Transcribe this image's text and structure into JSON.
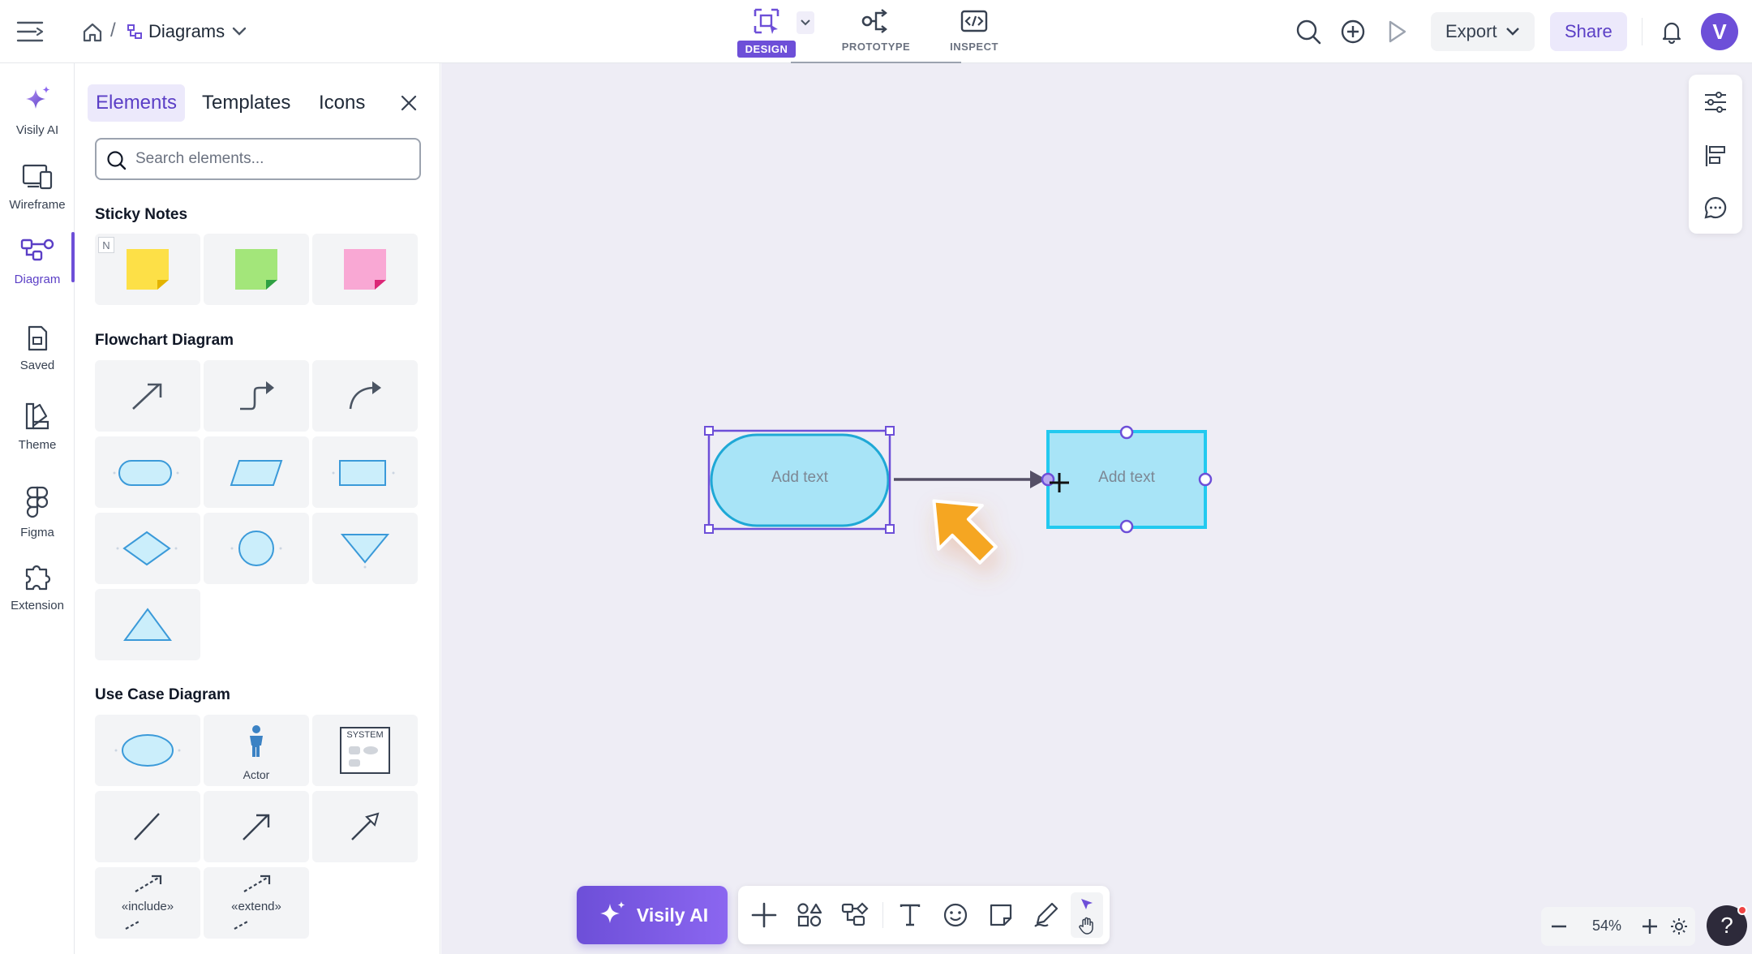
{
  "header": {
    "breadcrumb": {
      "current": "Diagrams"
    },
    "modes": [
      {
        "label": "DESIGN",
        "active": true
      },
      {
        "label": "PROTOTYPE",
        "active": false
      },
      {
        "label": "INSPECT",
        "active": false
      }
    ],
    "export_label": "Export",
    "share_label": "Share",
    "avatar_letter": "V"
  },
  "rail": {
    "items": [
      {
        "label": "Visily AI",
        "icon": "sparkle-icon"
      },
      {
        "label": "Wireframe",
        "icon": "devices-icon"
      },
      {
        "label": "Diagram",
        "icon": "diagram-icon",
        "active": true
      },
      {
        "label": "Saved",
        "icon": "saved-icon"
      },
      {
        "label": "Theme",
        "icon": "theme-icon"
      },
      {
        "label": "Figma",
        "icon": "figma-icon"
      },
      {
        "label": "Extension",
        "icon": "puzzle-icon"
      }
    ]
  },
  "panel": {
    "tabs": [
      {
        "label": "Elements",
        "active": true
      },
      {
        "label": "Templates",
        "active": false
      },
      {
        "label": "Icons",
        "active": false
      }
    ],
    "search_placeholder": "Search elements...",
    "sections": {
      "sticky": {
        "title": "Sticky Notes",
        "badge": "N",
        "colors": [
          "#fde047",
          "#a3e67a",
          "#f9a8d4"
        ]
      },
      "flowchart": {
        "title": "Flowchart Diagram"
      },
      "usecase": {
        "title": "Use Case Diagram",
        "actor_label": "Actor",
        "system_label": "SYSTEM",
        "include_label": "«include»",
        "extend_label": "«extend»"
      }
    }
  },
  "canvas": {
    "shape1_text": "Add text",
    "shape2_text": "Add text",
    "shape_fill": "#a8e4f7",
    "selection_color": "#6d4fd8",
    "highlight_color": "#22c9ef"
  },
  "bottom": {
    "ai_label": "Visily AI",
    "zoom": "54%",
    "help_label": "?"
  },
  "colors": {
    "accent": "#6d4fd8",
    "arrow": "#f5a623"
  }
}
